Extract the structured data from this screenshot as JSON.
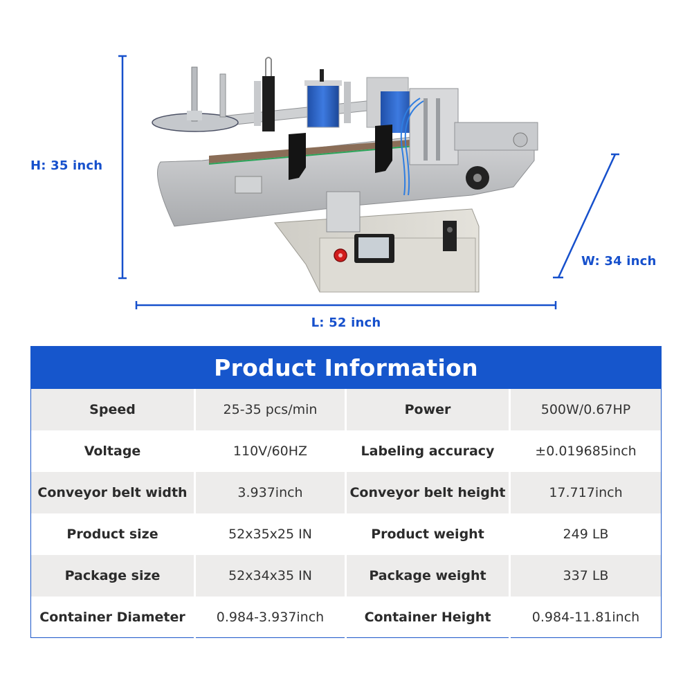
{
  "dimensions": {
    "height": {
      "label": "H:  35 inch",
      "value": 35,
      "unit": "inch"
    },
    "width": {
      "label": "W:  34 inch",
      "value": 34,
      "unit": "inch"
    },
    "length": {
      "label": "L:  52 inch",
      "value": 52,
      "unit": "inch"
    },
    "line_color": "#1650cc"
  },
  "product_image": {
    "subject": "tabletop round bottle labeling machine",
    "features": [
      "label reel disc",
      "conveyor belt",
      "touch screen control panel",
      "red emergency stop button",
      "speed control knob",
      "adjustable guide rails",
      "labeling head with handwheel"
    ]
  },
  "table": {
    "title": "Product Information",
    "header_color": "#1656cc",
    "shaded_row_color": "#edeceb",
    "rows": [
      {
        "label1": "Speed",
        "value1": "25-35 pcs/min",
        "label2": "Power",
        "value2": "500W/0.67HP"
      },
      {
        "label1": "Voltage",
        "value1": "110V/60HZ",
        "label2": "Labeling accuracy",
        "value2": "±0.019685inch"
      },
      {
        "label1": "Conveyor belt width",
        "value1": "3.937inch",
        "label2": "Conveyor belt height",
        "value2": "17.717inch"
      },
      {
        "label1": "Product size",
        "value1": "52x35x25 IN",
        "label2": "Product weight",
        "value2": "249 LB"
      },
      {
        "label1": "Package size",
        "value1": "52x34x35 IN",
        "label2": "Package weight",
        "value2": "337 LB"
      },
      {
        "label1": "Container Diameter",
        "value1": "0.984-3.937inch",
        "label2": "Container Height",
        "value2": "0.984-11.81inch"
      }
    ]
  }
}
